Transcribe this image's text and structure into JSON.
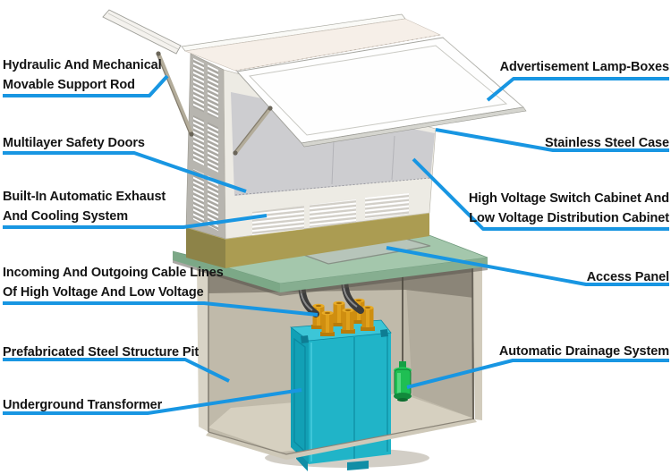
{
  "diagram": {
    "labels": {
      "left": [
        {
          "lines": [
            "Hydraulic And Mechanical",
            "Movable Support Rod"
          ]
        },
        {
          "lines": [
            "Multilayer Safety Doors"
          ]
        },
        {
          "lines": [
            "Built-In Automatic Exhaust",
            "And Cooling System"
          ]
        },
        {
          "lines": [
            "Incoming And Outgoing Cable Lines",
            "Of High Voltage And Low Voltage"
          ]
        },
        {
          "lines": [
            "Prefabricated Steel Structure Pit"
          ]
        },
        {
          "lines": [
            "Underground Transformer"
          ]
        }
      ],
      "right": [
        {
          "lines": [
            "Advertisement Lamp-Boxes"
          ]
        },
        {
          "lines": [
            "Stainless Steel Case"
          ]
        },
        {
          "lines": [
            "High Voltage Switch Cabinet And",
            "Low Voltage Distribution Cabinet"
          ]
        },
        {
          "lines": [
            "Access Panel"
          ]
        },
        {
          "lines": [
            "Automatic Drainage System"
          ]
        }
      ]
    }
  },
  "colors": {
    "leader": "#1896e2",
    "label_text": "#141414",
    "cabinet_white": "#edebe4",
    "roof_cream": "#f6efe8",
    "louver_gray": "#b7b5af",
    "door_gray": "#cdcdd0",
    "base_khaki": "#ab9c52",
    "base_khaki_dark": "#8d8348",
    "platform_green": "#a4c7ac",
    "platform_edge_green": "#7ca887",
    "access_panel_green": "#b7c5ba",
    "pit_tan": "#c0baaa",
    "pit_floor": "#d6d0c0",
    "pit_shadow": "#8b8578",
    "transformer_teal": "#20b4c8",
    "transformer_teal_dark": "#12a0b5",
    "transformer_teal_top": "#3cc6d7",
    "bushing_orange": "#cf8e10",
    "cable_dark": "#3c3c3c",
    "drainage_green": "#1fbf53",
    "lid_white": "#fefefe"
  }
}
